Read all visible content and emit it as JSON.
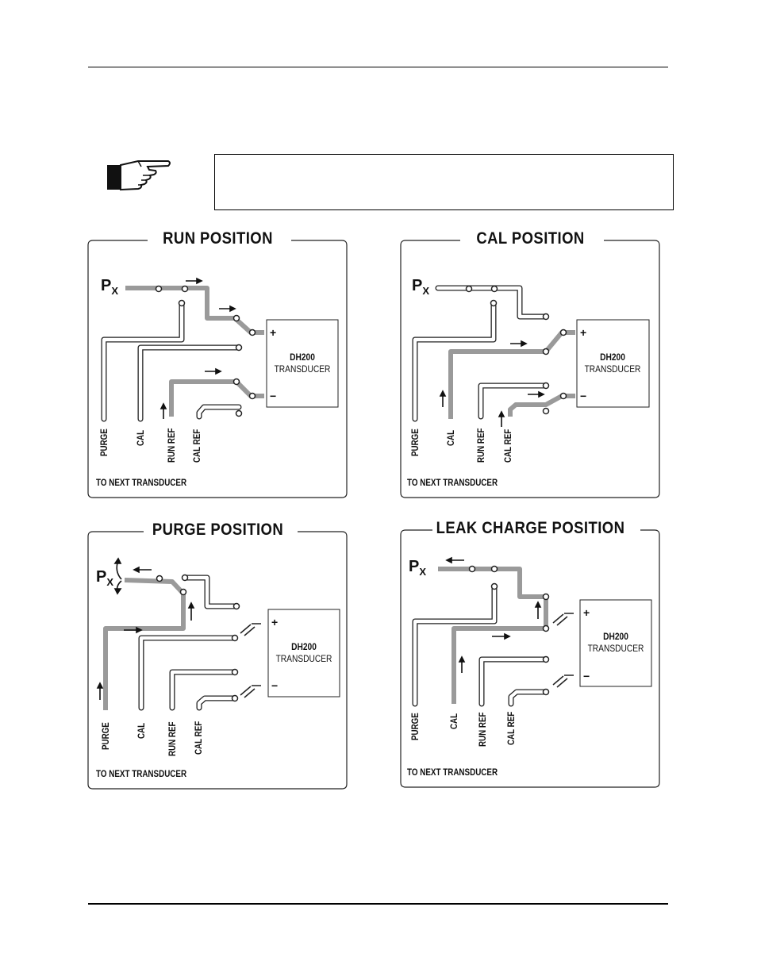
{
  "panels": [
    {
      "title": "RUN  POSITION"
    },
    {
      "title": "CAL  POSITION"
    },
    {
      "title": "PURGE  POSITION"
    },
    {
      "title": "LEAK CHARGE  POSITION"
    }
  ],
  "labels": {
    "px_main": "P",
    "px_sub": "X",
    "purge": "PURGE",
    "cal": "CAL",
    "run_ref": "RUN REF",
    "cal_ref": "CAL REF",
    "to_next": "TO NEXT TRANSDUCER",
    "transducer_line1": "DH200",
    "transducer_line2": "TRANSDUCER",
    "plus": "+",
    "minus": "−"
  },
  "colors": {
    "active_line": "#9a9a9a",
    "outline": "#222222"
  },
  "icons": {
    "note": "pointing-hand-icon"
  }
}
